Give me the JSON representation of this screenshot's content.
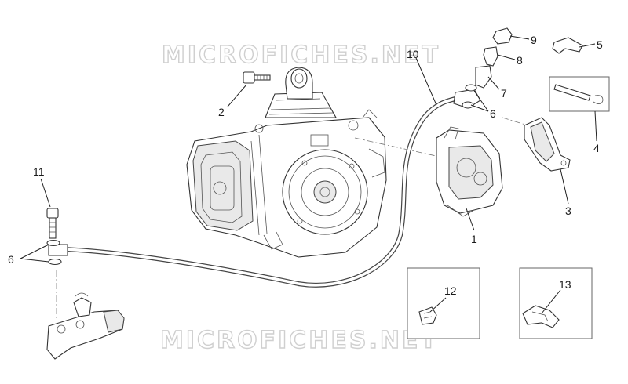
{
  "watermark": {
    "text": "MICROFICHES.NET"
  },
  "callouts": [
    {
      "id": "c1",
      "label": "1"
    },
    {
      "id": "c2",
      "label": "2"
    },
    {
      "id": "c3",
      "label": "3"
    },
    {
      "id": "c4",
      "label": "4"
    },
    {
      "id": "c5",
      "label": "5"
    },
    {
      "id": "c6a",
      "label": "6"
    },
    {
      "id": "c6b",
      "label": "6"
    },
    {
      "id": "c7",
      "label": "7"
    },
    {
      "id": "c8",
      "label": "8"
    },
    {
      "id": "c9",
      "label": "9"
    },
    {
      "id": "c10",
      "label": "10"
    },
    {
      "id": "c11",
      "label": "11"
    },
    {
      "id": "c12",
      "label": "12"
    },
    {
      "id": "c13",
      "label": "13"
    }
  ]
}
